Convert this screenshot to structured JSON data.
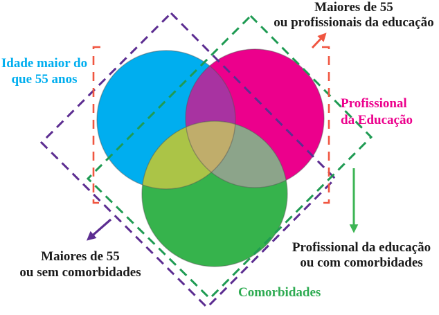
{
  "colors": {
    "cyan": "#00aeef",
    "magenta": "#ec008c",
    "green": "#36b34c",
    "overlap_cyan_magenta": "#a833a1",
    "overlap_cyan_green": "#abc447",
    "overlap_magenta_green": "#8ca48a",
    "overlap_center": "#c0ad6b",
    "dash_purple": "#5c2d91",
    "dash_green": "#1f9b53",
    "dash_red": "#f05540",
    "arrow_green": "#3db554",
    "text_black": "#1a1a1a",
    "text_cyan": "#00aeef",
    "text_magenta": "#ec008c",
    "text_green": "#2eab52"
  },
  "labels": {
    "union_top": {
      "line1": "Maiores de 55",
      "line2": "ou profissionais da educação"
    },
    "set_age": {
      "line1": "Idade maior do",
      "line2": "que 55 anos"
    },
    "set_education": {
      "line1": "Profissional",
      "line2": "da Educação"
    },
    "union_bottom_left": {
      "line1": "Maiores de 55",
      "line2": "ou sem comorbidades"
    },
    "union_bottom_right": {
      "line1": "Profissional da educação",
      "line2": "ou com comorbidades"
    },
    "set_comorbidities": {
      "text": "Comorbidades"
    }
  },
  "venn": {
    "type": "venn3",
    "sets": [
      {
        "name": "Idade maior do que 55 anos",
        "color": "#00aeef"
      },
      {
        "name": "Profissional da Educação",
        "color": "#ec008c"
      },
      {
        "name": "Comorbidades",
        "color": "#36b34c"
      }
    ],
    "annotated_regions": [
      {
        "label": "Maiores de 55 ou profissionais da educação",
        "frame": "red dashed bracket"
      },
      {
        "label": "Maiores de 55 ou sem comorbidades",
        "frame": "purple dashed rotated rectangle"
      },
      {
        "label": "Profissional da educação ou com comorbidades",
        "frame": "green dashed rotated rectangle"
      }
    ]
  }
}
